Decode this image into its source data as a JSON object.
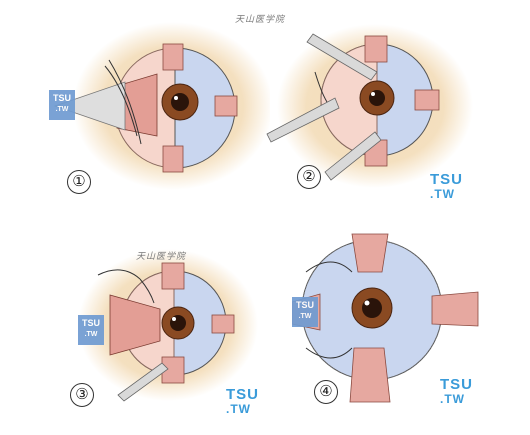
{
  "watermark_text": "天山医学院",
  "panels": [
    {
      "number": "①",
      "tsu_line1": "TSU",
      "tsu_line2": ".TW"
    },
    {
      "number": "②",
      "brand_line1": "TSU",
      "brand_line2": ".TW"
    },
    {
      "number": "③",
      "tsu_line1": "TSU",
      "tsu_line2": ".TW",
      "brand_line1": "TSU",
      "brand_line2": ".TW"
    },
    {
      "number": "④",
      "tsu_line1": "TSU",
      "tsu_line2": ".TW",
      "brand_line1": "TSU",
      "brand_line2": ".TW"
    }
  ],
  "colors": {
    "halo": "#f3dcb8",
    "sclera": "#c9d6ef",
    "iris": "#8a4a22",
    "pupil": "#2a140a",
    "muscle": "#e6a8a0",
    "instrument": "#d9d9d9",
    "brand_blue": "#3a9bd9",
    "badge_blue": "#6f9bd2"
  }
}
